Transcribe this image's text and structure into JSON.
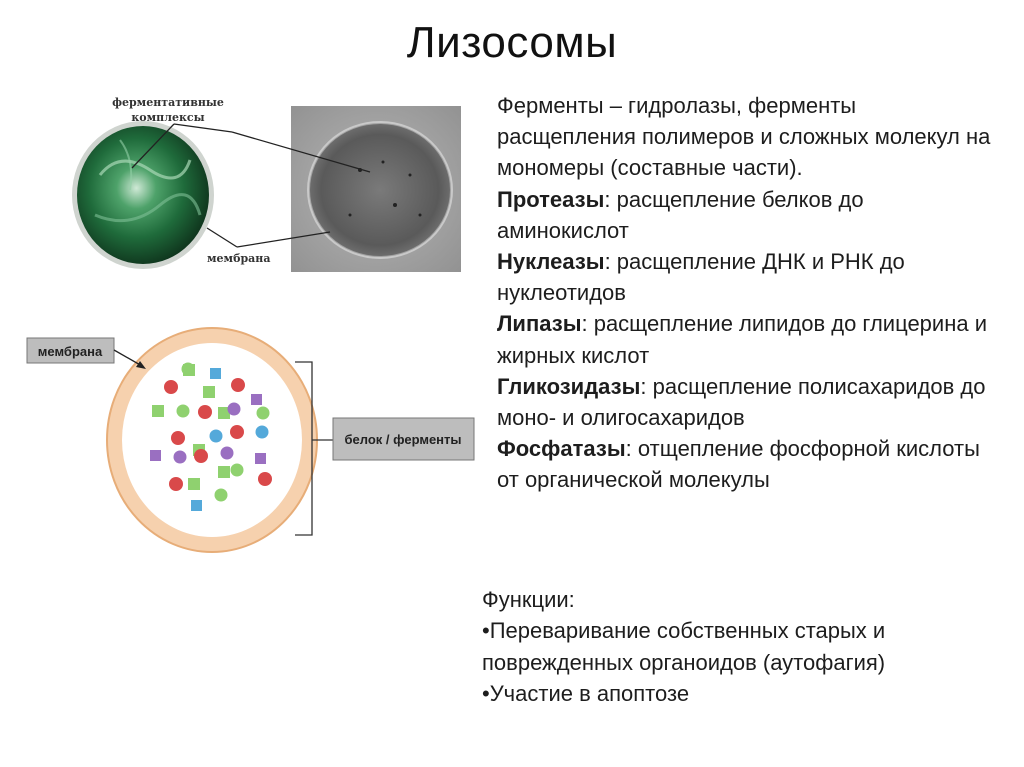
{
  "slide": {
    "title": "Лизосомы"
  },
  "figure_top": {
    "label_enzymes": [
      "ферментативные",
      "комплексы"
    ],
    "label_membrane": "мембрана"
  },
  "figure_bottom": {
    "label_membrane": "мембрана",
    "label_protein": "белок / ферменты"
  },
  "description": {
    "intro": "Ферменты – гидролазы, ферменты расщепления полимеров и сложных молекул на мономеры (составные части).",
    "enzymes": [
      {
        "name": "Протеазы",
        "desc": ": расщепление белков до аминокислот"
      },
      {
        "name": "Нуклеазы",
        "desc": ": расщепление ДНК и РНК до нуклеотидов"
      },
      {
        "name": "Липазы",
        "desc": ": расщепление липидов до глицерина и жирных кислот"
      },
      {
        "name": "Гликозидазы",
        "desc": ": расщепление полисахаридов до моно- и олигосахаридов"
      },
      {
        "name": "Фосфатазы",
        "desc": ": отщепление фосфорной кислоты от органической молекулы"
      }
    ]
  },
  "functions": {
    "heading": "Функции:",
    "items": [
      "•Переваривание собственных старых и поврежденных органоидов (аутофагия)",
      "•Участие в апоптозе"
    ]
  },
  "colors": {
    "shell": "#f2bf8f",
    "shell_stroke": "#e3a56d",
    "label_box": "#bdbdbd",
    "red_ball": "#d9494a",
    "green_ball": "#8fd16f",
    "purple": "#9a6fc1",
    "blue": "#54a9da"
  }
}
